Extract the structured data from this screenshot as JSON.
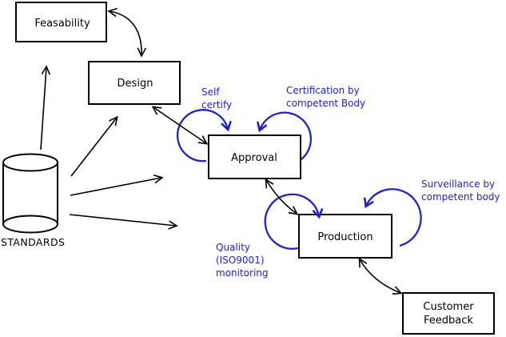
{
  "diagram": {
    "type": "process-flow-diagram",
    "colors": {
      "line": "#000000",
      "accent_blue": "#2222cc",
      "background": "#ffffff"
    },
    "nodes": {
      "feasability": {
        "label": "Feasability"
      },
      "design": {
        "label": "Design"
      },
      "approval": {
        "label": "Approval"
      },
      "production": {
        "label": "Production"
      },
      "customer_feedback": {
        "line1": "Customer",
        "line2": "Feedback"
      },
      "standards": {
        "label": "STANDARDS",
        "shape": "cylinder"
      }
    },
    "annotations": {
      "self_certify": {
        "line1": "Self",
        "line2": "certify"
      },
      "certification": {
        "line1": "Certification by",
        "line2": "competent Body"
      },
      "surveillance": {
        "line1": "Surveillance by",
        "line2": "competent body"
      },
      "quality": {
        "line1": "Quality",
        "line2": "(ISO9001)",
        "line3": "monitoring"
      }
    },
    "edges": [
      "standards->feasability",
      "standards->design",
      "standards->approval-direction",
      "standards->production-direction",
      "feasability<->design",
      "design<->approval",
      "approval<->production",
      "production<->customer_feedback",
      "approval-self-loop-certify",
      "approval-self-loop-certification",
      "production-self-loop-quality",
      "production-self-loop-surveillance"
    ]
  }
}
